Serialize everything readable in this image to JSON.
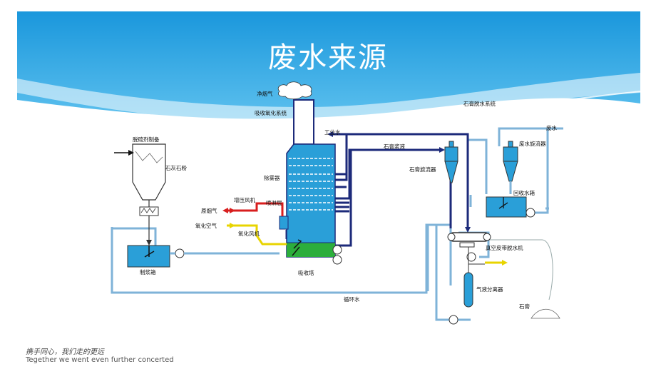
{
  "slide": {
    "title": "废水来源",
    "footer_cn": "携手同心，我们走的更远",
    "footer_en": "Tegether we went even further concerted"
  },
  "diagram": {
    "labels": {
      "clean_gas": "净烟气",
      "absorption_system": "吸收氧化系统",
      "gypsum_dewater_system": "石膏脱水系统",
      "wastewater": "废水",
      "desulfurizer_prep": "脱硫剂制备",
      "limestone_powder": "石灰石粉",
      "industrial_water": "工业水",
      "gypsum_slurry": "石膏浆液",
      "waste_cyclone": "废水旋流器",
      "demister": "除雾器",
      "gypsum_cyclone": "石膏旋流器",
      "booster_fan": "增压风机",
      "spray_layer": "喷淋层",
      "recovery_tank": "回收水箱",
      "raw_flue_gas": "原烟气",
      "oxidation_air": "氧化空气",
      "oxidation_fan": "氧化风机",
      "vacuum_belt": "真空皮带脱水机",
      "slurry_tank": "制浆箱",
      "absorber": "吸收塔",
      "gas_liquid_separator": "气液分离器",
      "circulating_water": "循环水",
      "gypsum": "石膏"
    },
    "colors": {
      "pipe": "#1c2a7a",
      "water_line": "#7fb3d8",
      "flue_gas": "#d81e1e",
      "air": "#e8d400",
      "tower": "#2a9fd8",
      "tank": "#2a9fd8",
      "slurry": "#2cae3c"
    }
  }
}
